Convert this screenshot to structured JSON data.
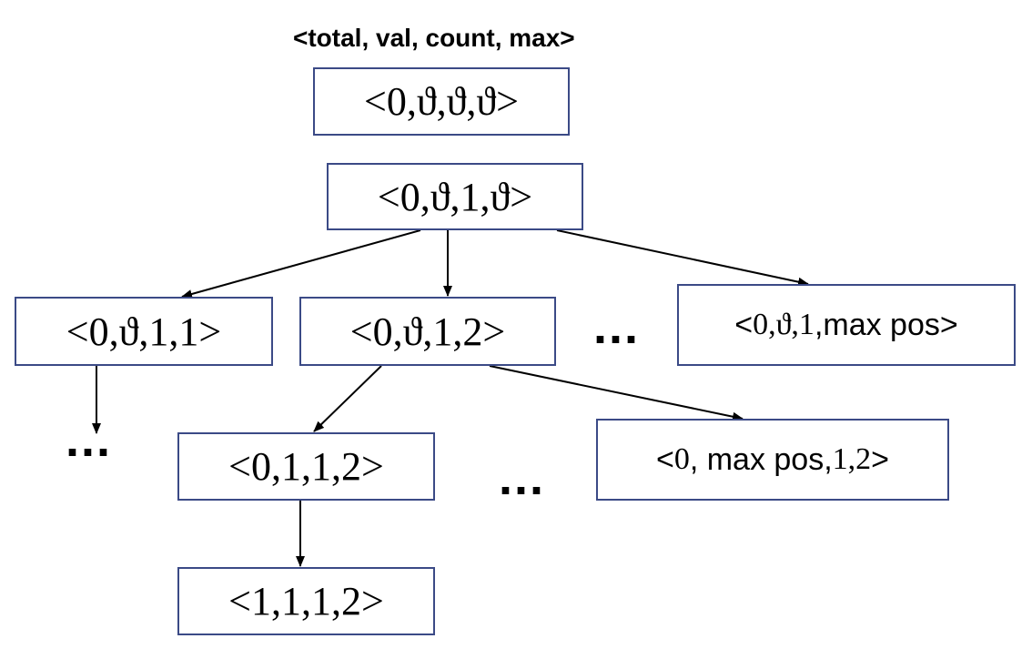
{
  "header": "<total, val, count, max>",
  "nodes": {
    "root": "<0,ϑ,ϑ,ϑ>",
    "count1": "<0,ϑ,1,ϑ>",
    "max1": "<0,ϑ,1,1>",
    "max2": "<0,ϑ,1,2>",
    "maxpos": {
      "part1": "<",
      "part2": "0,ϑ,1",
      "part3": ",max pos>"
    },
    "val1": "<0,1,1,2>",
    "valmax": {
      "part1": "<",
      "part2": "0",
      "part3": ", max pos,",
      "part4": "1,2",
      "part5": ">"
    },
    "total1": "<1,1,1,2>"
  },
  "ellipses": {
    "mid_row": "...",
    "left_branch": "...",
    "val_row": "..."
  }
}
